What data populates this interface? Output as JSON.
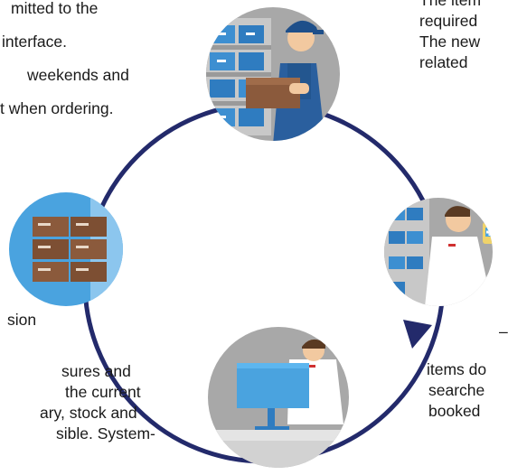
{
  "text_blocks": {
    "top_left": [
      "mitted to the",
      " interface.",
      "weekends and",
      "t when ordering."
    ],
    "top_right": [
      "The item",
      "required",
      "The new",
      "related"
    ],
    "middle_left": [
      "sion"
    ],
    "bottom_left": [
      "sures and",
      "the current",
      "ary, stock and",
      "sible. System-"
    ],
    "bottom_right_dash": "–",
    "bottom_right": [
      "items do",
      "searche",
      "booked"
    ]
  },
  "colors": {
    "ring": "#232a6b",
    "node_gray": "#a8a8a8",
    "node_blue": "#4aa3df",
    "box_brown": "#8b5a3c",
    "shelf_blue": "#3d8fd1",
    "monitor_blue": "#4aa3df"
  },
  "icons": {
    "top": "warehouse-worker-carrying-box",
    "right": "pharmacist-holding-medicine",
    "bottom": "worker-at-computer",
    "left": "stacked-boxes"
  }
}
